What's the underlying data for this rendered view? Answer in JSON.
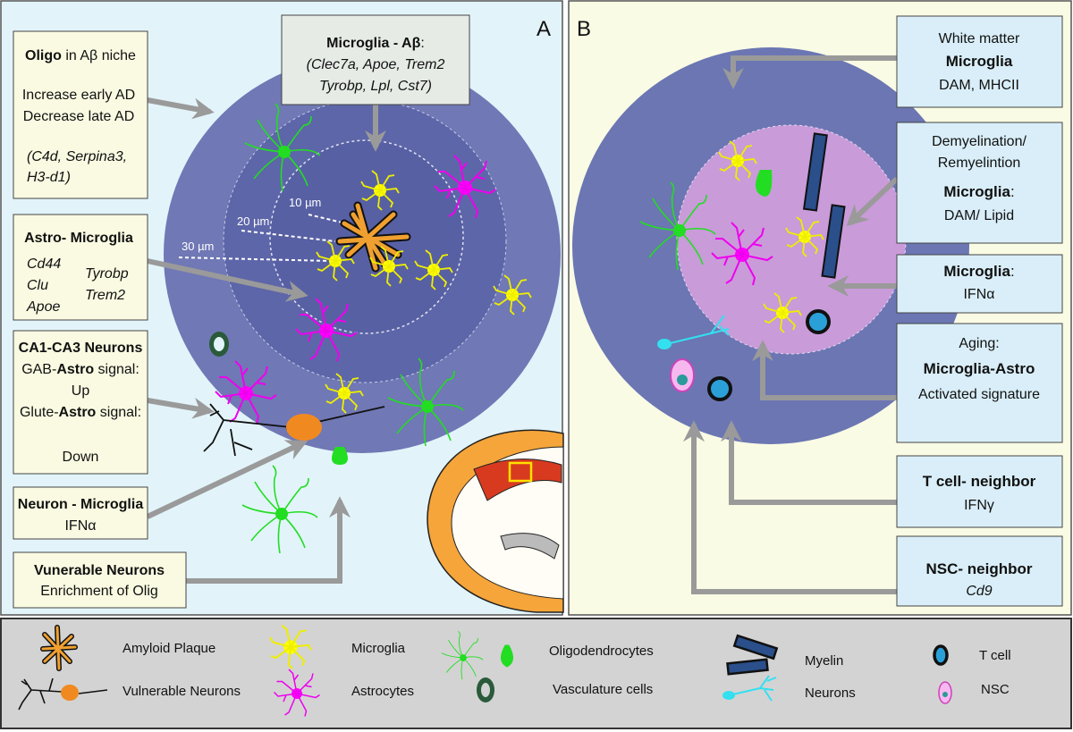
{
  "panel_a": {
    "label": "A",
    "oligo_box": {
      "title_bold": "Oligo",
      "title_rest": " in Aβ niche",
      "line1": "Increase early AD",
      "line2": "Decrease late AD",
      "genes1": "(C4d, Serpina3,",
      "genes2": "H3-d1)"
    },
    "microglia_ab_box": {
      "title_bold": "Microglia - Aβ",
      "title_rest": ":",
      "genes1": "(Clec7a, Apoe, Trem2",
      "genes2": "Tyrobp, Lpl, Cst7)"
    },
    "astro_microglia_box": {
      "title": "Astro- Microglia",
      "genes_left": [
        "Cd44",
        "Clu",
        "Apoe"
      ],
      "genes_right": [
        "Tyrobp",
        "Trem2"
      ]
    },
    "ca_neurons_box": {
      "title": "CA1-CA3 Neurons",
      "line1_pre": "GAB-",
      "line1_bold": "Astro",
      "line1_post": " signal:",
      "line2": "Up",
      "line3_pre": "Glute-",
      "line3_bold": "Astro",
      "line3_post": " signal:",
      "line4": "Down"
    },
    "neuron_microglia_box": {
      "title": "Neuron - Microglia",
      "line1": "IFNα"
    },
    "vulnerable_box": {
      "title": "Vunerable Neurons",
      "line1": "Enrichment of Olig"
    },
    "radii": [
      "10 µm",
      "20 µm",
      "30 µm"
    ]
  },
  "panel_b": {
    "label": "B",
    "white_matter_box": {
      "line1": "White matter",
      "title": "Microglia",
      "line2": "DAM, MHCII"
    },
    "demyelination_box": {
      "line1": "Demyelination/",
      "line2": "Remyelintion",
      "title": "Microglia",
      "title_post": ":",
      "line3": "DAM/ Lipid"
    },
    "ifn_box": {
      "title": "Microglia",
      "title_post": ":",
      "line1": "IFNα"
    },
    "aging_box": {
      "line1": "Aging:",
      "title": "Microglia-Astro",
      "line2": "Activated signature"
    },
    "tcell_box": {
      "title": "T cell- neighbor",
      "line1": "IFNγ"
    },
    "nsc_box": {
      "title": "NSC- neighbor",
      "line1": "Cd9"
    }
  },
  "legend": {
    "items": [
      "Amyloid Plaque",
      "Vulnerable Neurons",
      "Microglia",
      "Astrocytes",
      "Oligodendrocytes",
      "Vasculature cells",
      "Myelin",
      "Neurons",
      "T cell",
      "NSC"
    ]
  },
  "colors": {
    "panel_a_bg": "#e2f4fa",
    "panel_b_bg": "#fafbe4",
    "niche_outer": "#6f79b4",
    "niche_inner": "#5a63a6",
    "demyelination_core": "#c79ad8",
    "microglia": "#ffff00",
    "astrocytes": "#ff00ff",
    "oligodendrocytes": "#22dd22",
    "neurons": "#33e0f0",
    "arrow": "#9a9a9a",
    "brain": "#f5a53a",
    "legend_bg": "#d3d3d3"
  }
}
